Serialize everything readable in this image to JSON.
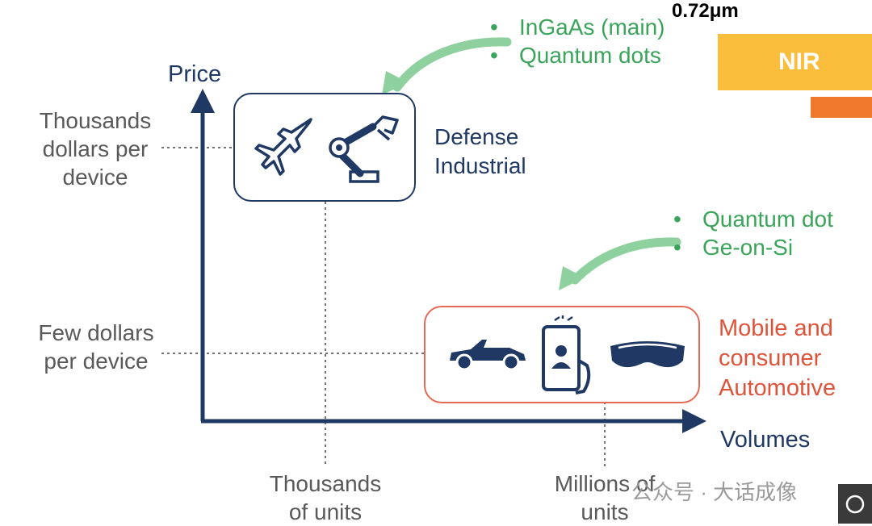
{
  "axes": {
    "y_label": "Price",
    "x_label": "Volumes",
    "y_ticks": [
      "Thousands dollars per device",
      "Few dollars per device"
    ],
    "y_tick_lines": [
      [
        "Thousands",
        "dollars per",
        "device"
      ],
      [
        "Few dollars",
        "per device"
      ]
    ],
    "x_ticks": [
      "Thousands of units",
      "Millions of units"
    ],
    "x_tick_lines": [
      [
        "Thousands",
        "of units"
      ],
      [
        "Millions of",
        "units"
      ]
    ]
  },
  "high_end": {
    "markets": [
      "Defense",
      "Industrial"
    ],
    "icons": [
      "fighter-jet-icon",
      "robotic-arm-icon"
    ],
    "technologies": [
      "InGaAs (main)",
      "Quantum dots"
    ]
  },
  "mass_market": {
    "markets": [
      "Mobile and",
      "consumer",
      "Automotive"
    ],
    "icons": [
      "car-icon",
      "smartphone-face-id-icon",
      "vr-headset-icon"
    ],
    "technologies": [
      "Quantum dot",
      "Ge-on-Si"
    ]
  },
  "spectrum": {
    "wavelength_label": "0.72μm",
    "band_label": "NIR"
  },
  "watermark": "公众号 · 大话成像",
  "colors": {
    "navy": "#1f3864",
    "green": "#3aa55a",
    "red": "#e0533b",
    "nir": "#fbbd3c",
    "orange": "#f0792e"
  }
}
